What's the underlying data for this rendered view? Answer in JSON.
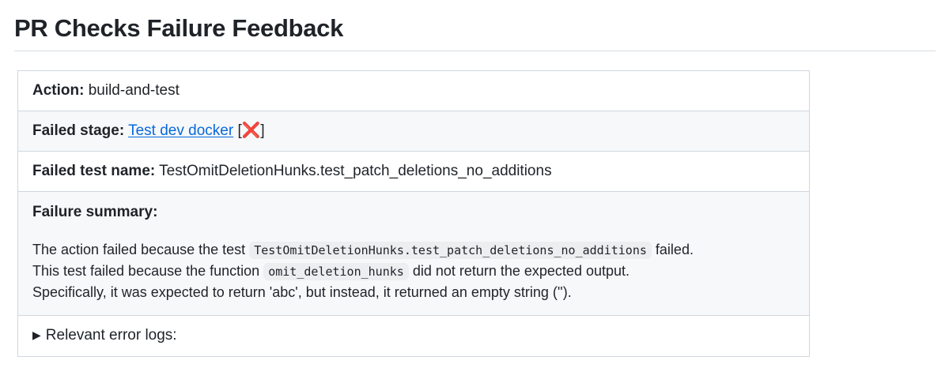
{
  "page": {
    "title": "PR Checks Failure Feedback"
  },
  "table": {
    "rows": {
      "action": {
        "label": "Action:",
        "value": "build-and-test"
      },
      "failed_stage": {
        "label": "Failed stage:",
        "link_text": "Test dev docker",
        "bracket_open": "[",
        "status_icon": "❌",
        "status_icon_name": "cross-mark-icon",
        "bracket_close": "]"
      },
      "failed_test_name": {
        "label": "Failed test name:",
        "value": "TestOmitDeletionHunks.test_patch_deletions_no_additions"
      },
      "failure_summary": {
        "heading": "Failure summary:",
        "line1_part1": "The action failed because the test",
        "line1_code": "TestOmitDeletionHunks.test_patch_deletions_no_additions",
        "line1_part2": "failed.",
        "line2_part1": "This test failed because the function",
        "line2_code": "omit_deletion_hunks",
        "line2_part2": "did not return the expected output.",
        "line3": "Specifically, it was expected to return 'abc', but instead, it returned an empty string ('')."
      },
      "relevant_logs": {
        "marker": "▶",
        "label": "Relevant error logs:"
      }
    }
  },
  "colors": {
    "link": "#0969da",
    "error": "#e02f2f",
    "border": "#d0d7de",
    "shaded_row": "#f6f8fa",
    "text": "#1f2328"
  }
}
